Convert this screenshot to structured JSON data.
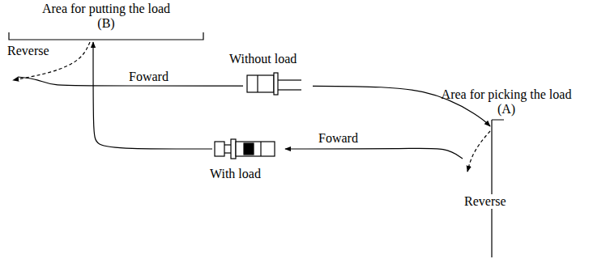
{
  "diagram": {
    "nodes": [
      {
        "text": [
          "Area for putting the load",
          "(B)"
        ]
      },
      {
        "text": [
          "Area for picking the load",
          "(A)"
        ]
      }
    ],
    "edges": [
      {
        "from": 0,
        "to": 1,
        "arrow": "to"
      },
      {
        "from": 1,
        "to": 0,
        "arrow": "to"
      }
    ],
    "labels": [
      "Reverse",
      "Foward",
      "Without load",
      "Foward",
      "With load",
      "Reverse"
    ]
  }
}
